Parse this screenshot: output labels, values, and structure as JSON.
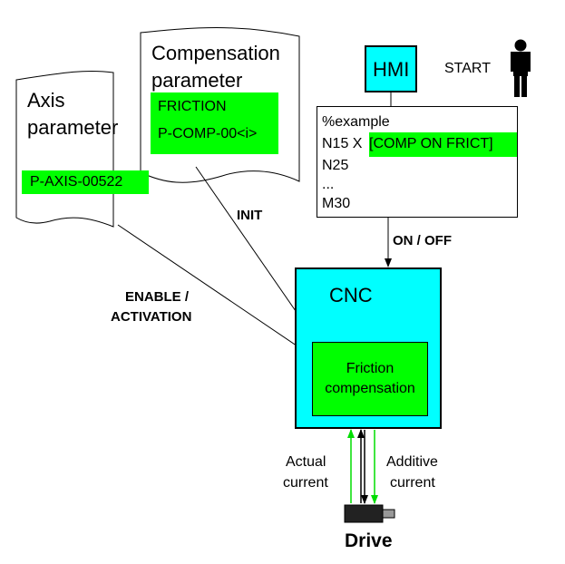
{
  "axis_param": {
    "title_line1": "Axis",
    "title_line2": "parameter",
    "value": "P-AXIS-00522"
  },
  "comp_param": {
    "title_line1": "Compensation",
    "title_line2": "parameter",
    "value_line1": "FRICTION",
    "value_line2": "P-COMP-00<i>"
  },
  "hmi": {
    "label": "HMI"
  },
  "start": {
    "label": "START"
  },
  "program": {
    "line1": "%example",
    "line2_prefix": "N15 X",
    "line2_highlight": "[COMP ON FRICT]",
    "line3": "N25",
    "line4": "...",
    "line5": "M30"
  },
  "edges": {
    "init": "INIT",
    "on_off": "ON / OFF",
    "enable_line1": "ENABLE /",
    "enable_line2": "ACTIVATION",
    "actual_line1": "Actual",
    "actual_line2": "current",
    "additive_line1": "Additive",
    "additive_line2": "current"
  },
  "cnc": {
    "label": "CNC"
  },
  "friction": {
    "line1": "Friction",
    "line2": "compensation"
  },
  "drive": {
    "label": "Drive"
  },
  "colors": {
    "cyan": "#00ffff",
    "green": "#00ff00",
    "line": "#000000"
  }
}
